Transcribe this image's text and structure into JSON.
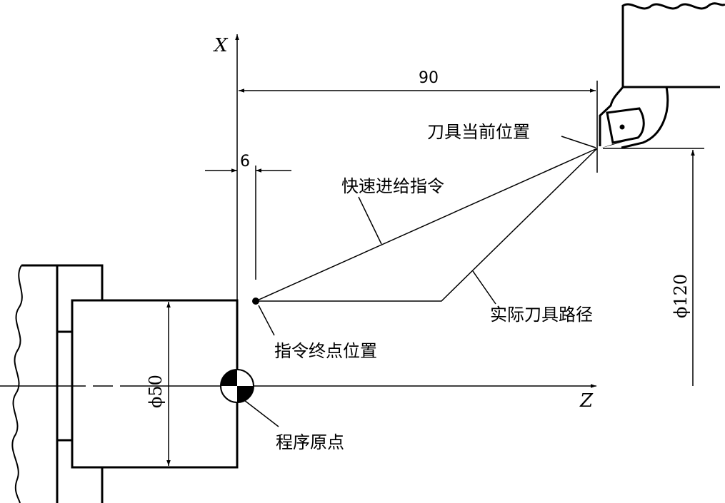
{
  "axes": {
    "x_label": "X",
    "z_label": "Z"
  },
  "dimensions": {
    "length": "90",
    "offset": "6",
    "tool_diameter": "ϕ120",
    "workpiece_diameter": "ϕ50"
  },
  "labels": {
    "tool_current_position": "刀具当前位置",
    "rapid_feed_command": "快速进给指令",
    "actual_tool_path": "实际刀具路径",
    "command_end_position": "指令终点位置",
    "program_origin": "程序原点"
  }
}
